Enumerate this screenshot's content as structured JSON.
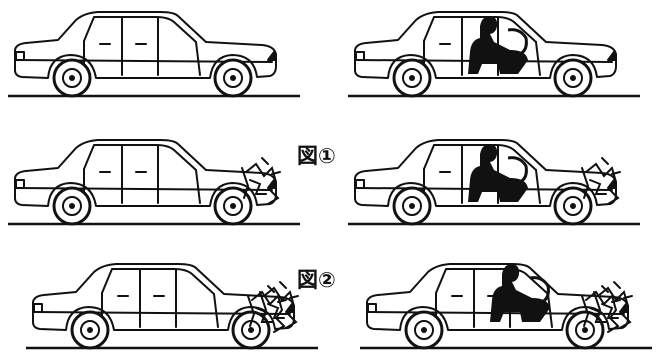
{
  "figure_labels": [
    "図①",
    "図②"
  ],
  "panels": [
    {
      "row": 1,
      "side": "left",
      "state": "intact",
      "occupant": false
    },
    {
      "row": 1,
      "side": "right",
      "state": "intact",
      "occupant": true
    },
    {
      "row": 2,
      "side": "left",
      "state": "front-crushed",
      "occupant": false
    },
    {
      "row": 2,
      "side": "right",
      "state": "front-crushed",
      "occupant": true
    },
    {
      "row": 3,
      "side": "left",
      "state": "severe-crush",
      "occupant": false
    },
    {
      "row": 3,
      "side": "right",
      "state": "severe-crush",
      "occupant": true
    }
  ],
  "colors": {
    "ink": "#111111",
    "paper": "#ffffff"
  }
}
